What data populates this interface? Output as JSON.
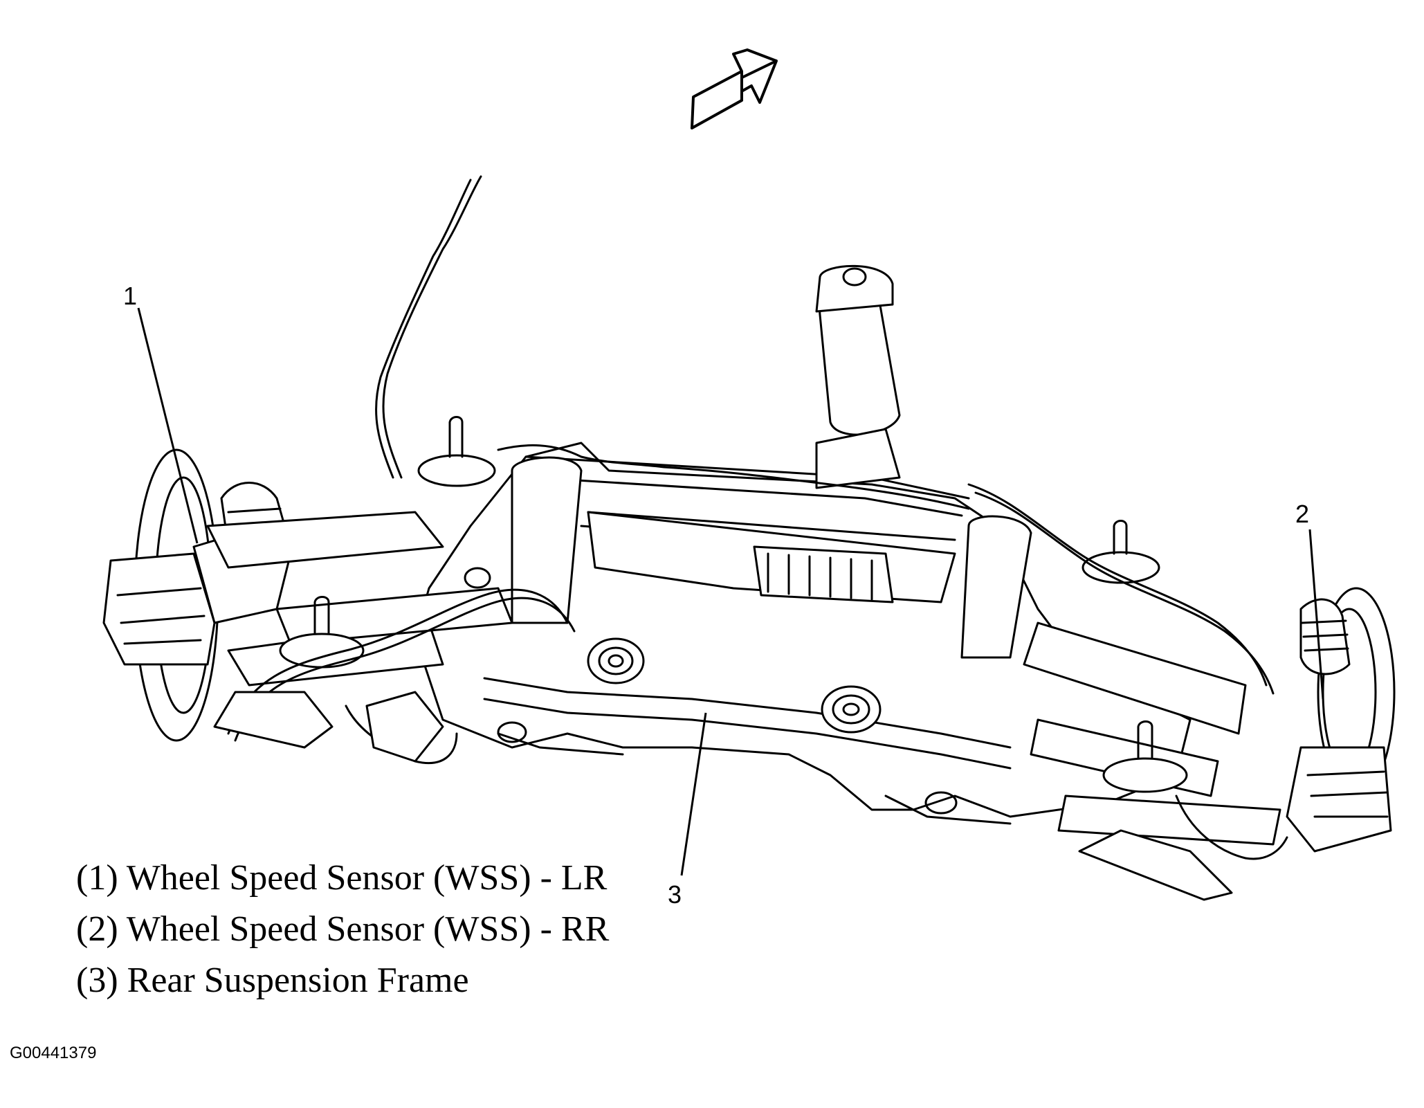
{
  "callouts": {
    "c1": "1",
    "c2": "2",
    "c3": "3"
  },
  "legend": {
    "items": [
      "(1) Wheel Speed Sensor (WSS) - LR",
      "(2) Wheel Speed Sensor (WSS) - RR",
      "(3) Rear Suspension Frame"
    ]
  },
  "figure_id": "G00441379",
  "direction_arrow_icon": "arrow-up-right-icon",
  "colors": {
    "line": "#000000",
    "background": "#ffffff"
  }
}
